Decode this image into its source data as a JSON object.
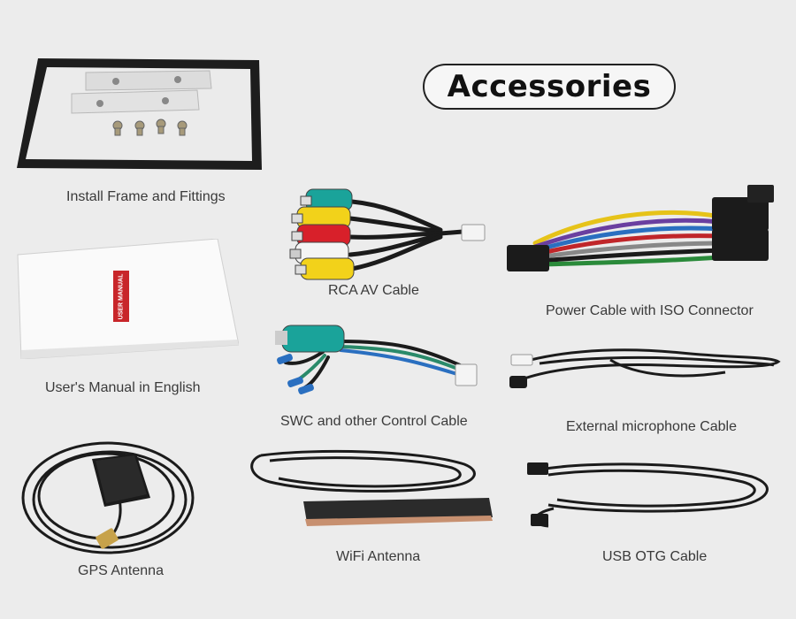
{
  "header": {
    "title": "Accessories"
  },
  "items": {
    "install_frame": {
      "label": "Install Frame and Fittings"
    },
    "rca_cable": {
      "label": "RCA AV Cable"
    },
    "power_cable": {
      "label": "Power Cable with ISO Connector"
    },
    "manual": {
      "label": "User's Manual in English",
      "spine_text": "USER MANUAL"
    },
    "swc_cable": {
      "label": "SWC and other Control Cable"
    },
    "mic_cable": {
      "label": "External microphone Cable"
    },
    "gps_antenna": {
      "label": "GPS Antenna"
    },
    "wifi_antenna": {
      "label": "WiFi Antenna"
    },
    "usb_cable": {
      "label": "USB OTG Cable"
    }
  },
  "colors": {
    "background": "#ececec",
    "cable_black": "#1b1b1b",
    "rca_teal": "#1aa39a",
    "rca_yellow": "#f2d21a",
    "rca_red": "#d8202a",
    "rca_white": "#f4f4f4",
    "manual_label_red": "#c8262a"
  }
}
